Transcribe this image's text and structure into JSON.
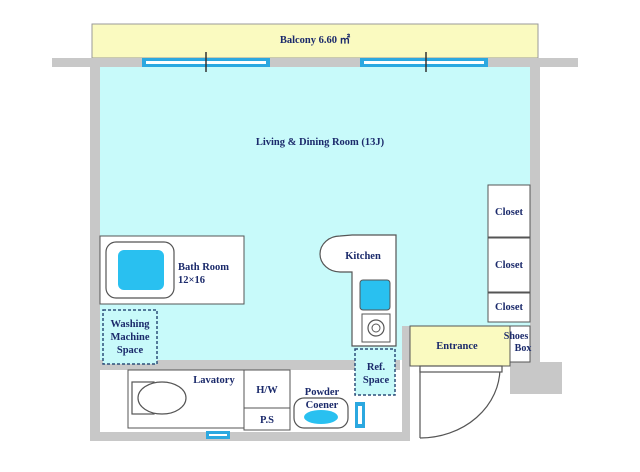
{
  "rooms": {
    "balcony": "Balcony  6.60 ㎡",
    "living": "Living & Dining Room (13J)",
    "kitchen": "Kitchen",
    "bath_name": "Bath Room",
    "bath_size": "12×16",
    "washing_line1": "Washing",
    "washing_line2": "Machine",
    "washing_line3": "Space",
    "lavatory": "Lavatory",
    "hw": "H/W",
    "ps": "P.S",
    "powder_line1": "Powder",
    "powder_line2": "Coener",
    "ref_line1": "Ref.",
    "ref_line2": "Space",
    "closet1": "Closet",
    "closet2": "Closet",
    "closet3": "Closet",
    "entrance": "Entrance",
    "shoes_line1": "Shoes",
    "shoes_line2": "Box"
  },
  "colors": {
    "wall": "#c8c8c8",
    "balcony": "#fafac0",
    "living": "#c8fafa",
    "fixture_blue": "#29c0f0",
    "window": "#2ba8e0",
    "label": "#1b2a6b"
  }
}
